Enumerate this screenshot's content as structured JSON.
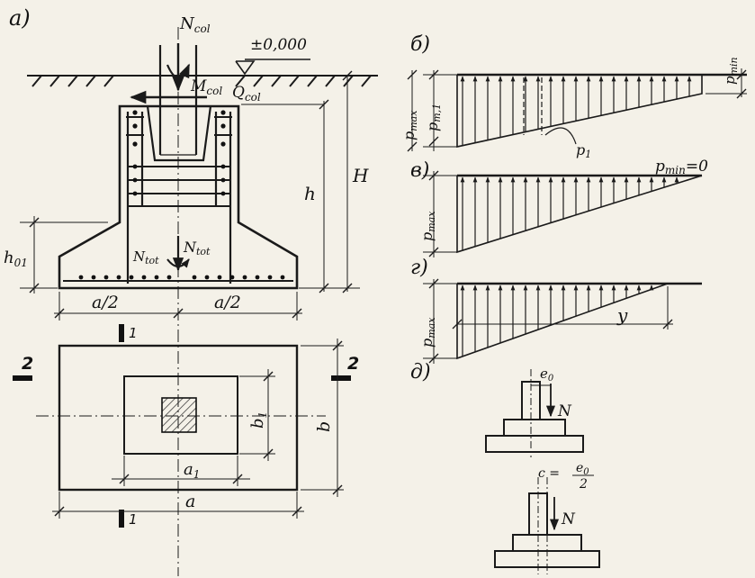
{
  "panels": {
    "a": "a)",
    "b": "б)",
    "v": "в)",
    "g": "г)",
    "d": "д)"
  },
  "labels": {
    "ground_level": "±0,000",
    "n_col": "N",
    "n_col_sub": "col",
    "m_col": "M",
    "m_col_sub": "col",
    "q_col": "Q",
    "q_col_sub": "col",
    "h": "h",
    "H": "H",
    "h01": "h",
    "h01_sub": "01",
    "n_tot": "N",
    "n_tot_sub": "tot",
    "n_tot2": "N",
    "n_tot2_sub": "tot",
    "a_half_left": "a/2",
    "a_half_right": "a/2",
    "section_1_top": "1",
    "section_1_bottom": "1",
    "section_2_left": "2",
    "section_2_right": "2",
    "b": "b",
    "b1": "b",
    "b1_sub": "1",
    "a": "a",
    "a1": "a",
    "a1_sub": "1",
    "p_max_b": "p",
    "p_max_b_sub": "max",
    "p_m1": "p",
    "p_m1_sub": "m,1",
    "p1": "p",
    "p1_sub": "1",
    "p_min": "p",
    "p_min_sub": "min",
    "p_max_v": "p",
    "p_max_v_sub": "max",
    "p_min_zero": "p",
    "p_min_zero_sub": "min",
    "p_min_zero_tail": "=0",
    "p_max_g": "p",
    "p_max_g_sub": "max",
    "y": "y",
    "e0": "e",
    "e0_sub": "0",
    "n_d1": "N",
    "c_eq": "c =",
    "c_num": "e",
    "c_num_sub": "0",
    "c_den": "2",
    "n_d2": "N"
  }
}
